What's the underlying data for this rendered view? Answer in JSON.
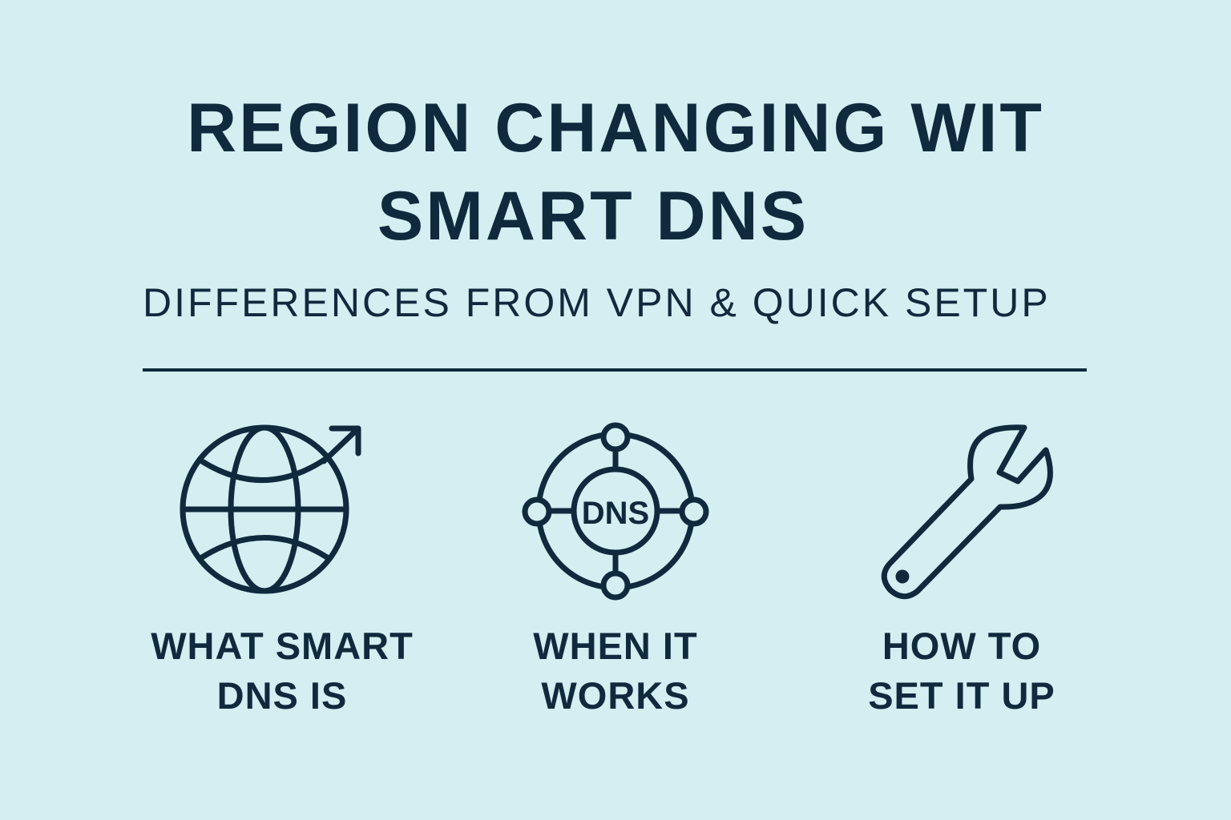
{
  "title": {
    "line1": "REGION CHANGING WIT",
    "line2": "SMART DNS"
  },
  "subtitle": "DIFFERENCES FROM VPN & QUICK SETUP",
  "sections": [
    {
      "icon": "globe-arrow-icon",
      "line1": "WHAT SMART",
      "line2": "DNS IS"
    },
    {
      "icon": "dns-network-icon",
      "icon_text": "DNS",
      "line1": "WHEN IT",
      "line2": "WORKS"
    },
    {
      "icon": "wrench-icon",
      "line1": "HOW TO",
      "line2": "SET IT UP"
    }
  ],
  "colors": {
    "background": "#d3eff2",
    "ink": "#0f2a3d"
  }
}
